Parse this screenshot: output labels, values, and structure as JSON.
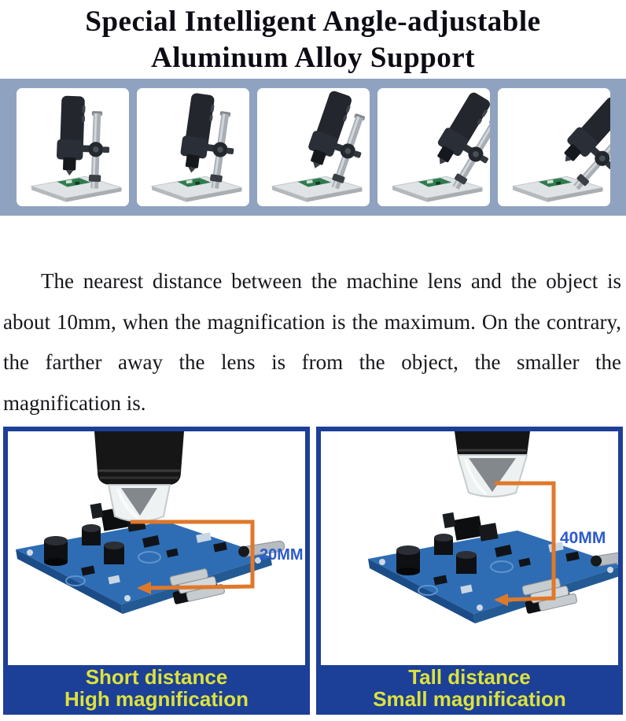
{
  "title": {
    "line1": "Special Intelligent Angle-adjustable",
    "line2": "Aluminum Alloy Support"
  },
  "gallery": {
    "description": "five photos of the digital microscope on its aluminum alloy stand at increasing tilt angles",
    "thumbnails": [
      {
        "name": "microscope-upright",
        "tilt_deg": 2
      },
      {
        "name": "microscope-slight-tilt",
        "tilt_deg": 8
      },
      {
        "name": "microscope-medium-tilt",
        "tilt_deg": 19
      },
      {
        "name": "microscope-large-tilt",
        "tilt_deg": 31
      },
      {
        "name": "microscope-max-tilt",
        "tilt_deg": 42
      }
    ]
  },
  "paragraph": {
    "text": "The nearest distance between the machine lens and the object is about 10mm, when the magnification is the maximum. On the contrary, the farther away the lens is from the object, the smaller the magnification is."
  },
  "comparison": {
    "left": {
      "distance_label": "20MM",
      "caption_line1": "Short distance",
      "caption_line2": "High magnification"
    },
    "right": {
      "distance_label": "40MM",
      "caption_line1": "Tall distance",
      "caption_line2": "Small magnification"
    }
  },
  "colors": {
    "band_background": "#8FA3C0",
    "panel_border": "#1C3F97",
    "caption_background": "#1C3F97",
    "caption_text": "#DCE23D",
    "bracket_orange": "#E0782A",
    "distance_label_blue": "#2B5CCB",
    "pcb_blue": "#2E6DB4",
    "title_text": "#0C0C14"
  }
}
